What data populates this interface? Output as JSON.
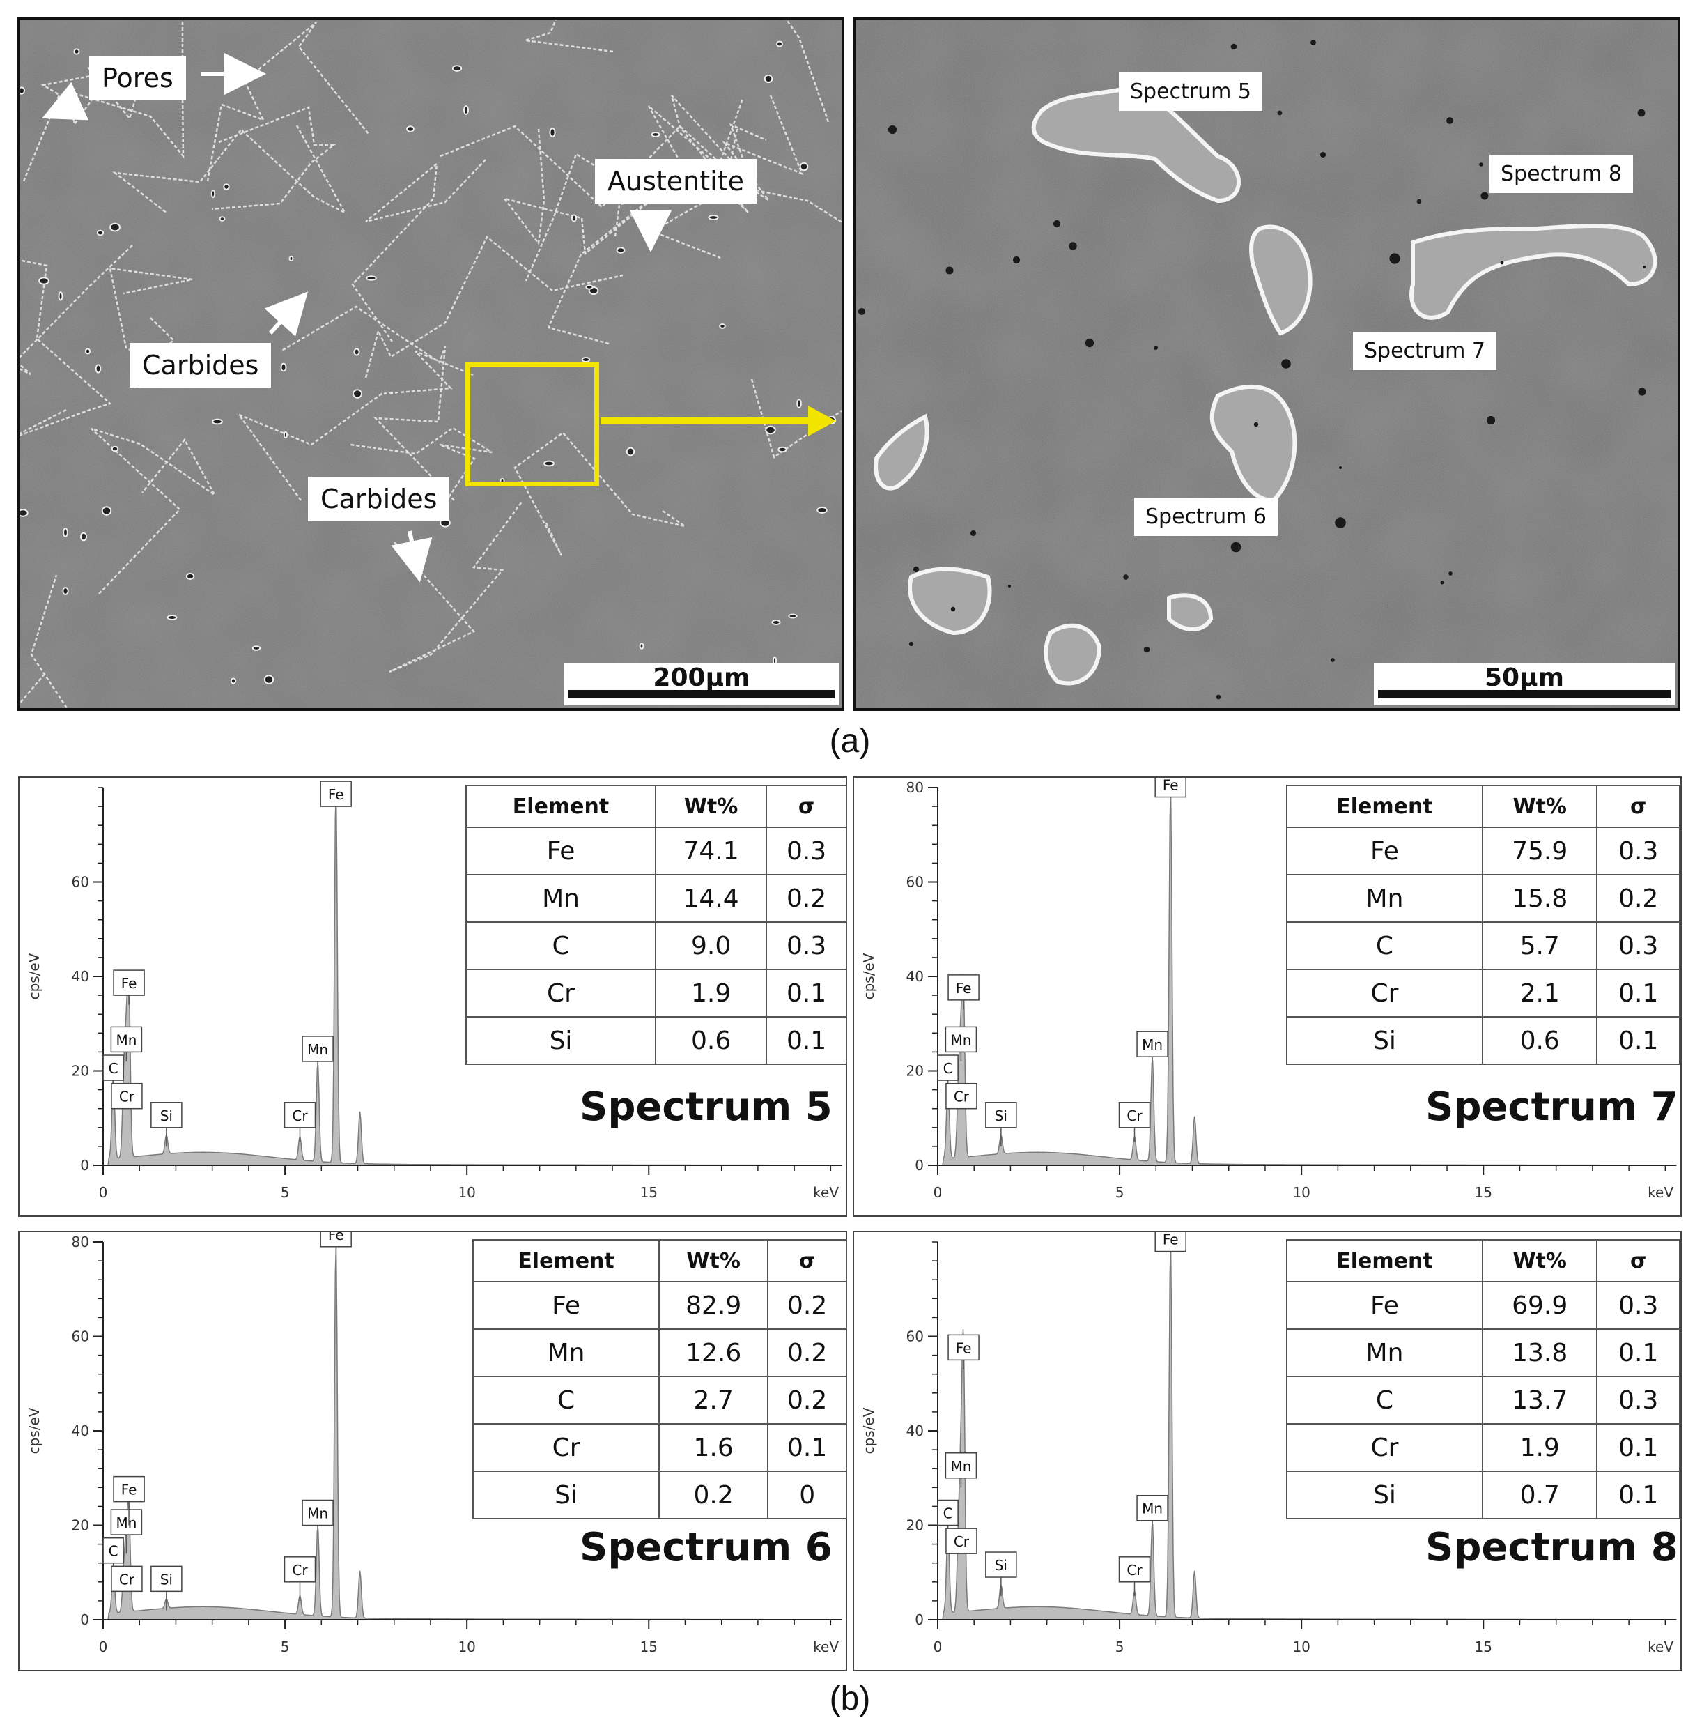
{
  "figure": {
    "caption_a": "(a)",
    "caption_b": "(b)"
  },
  "micrograph_left": {
    "labels": {
      "pores": "Pores",
      "austenite": "Austentite",
      "carbides_1": "Carbides",
      "carbides_2": "Carbides"
    },
    "scale_bar": "200µm",
    "highlight_color": "#f2e600"
  },
  "micrograph_right": {
    "labels": {
      "s5": "Spectrum 5",
      "s6": "Spectrum 6",
      "s7": "Spectrum 7",
      "s8": "Spectrum 8"
    },
    "scale_bar": "50µm"
  },
  "chart_data": [
    {
      "type": "area",
      "name": "Spectrum 5",
      "ylabel": "cps/eV",
      "xlabel": "keV",
      "xlim": [
        0,
        20.3
      ],
      "ylim": [
        0,
        80
      ],
      "xticks": [
        0,
        5,
        10,
        15
      ],
      "yticks": [
        0,
        20,
        40,
        60
      ],
      "peaks": [
        {
          "label": "C",
          "x": 0.28,
          "y": 17,
          "lx": 0.28,
          "ly": 18
        },
        {
          "label": "Cr",
          "x": 0.57,
          "y": 16,
          "lx": 0.65,
          "ly": 12
        },
        {
          "label": "Mn",
          "x": 0.64,
          "y": 22,
          "lx": 0.64,
          "ly": 24
        },
        {
          "label": "Fe",
          "x": 0.71,
          "y": 34,
          "lx": 0.71,
          "ly": 36
        },
        {
          "label": "Si",
          "x": 1.74,
          "y": 4,
          "lx": 1.74,
          "ly": 8
        },
        {
          "label": "Cr",
          "x": 5.41,
          "y": 5,
          "lx": 5.41,
          "ly": 8
        },
        {
          "label": "Mn",
          "x": 5.9,
          "y": 21,
          "lx": 5.9,
          "ly": 22
        },
        {
          "label": "Fe",
          "x": 6.4,
          "y": 80,
          "lx": 6.4,
          "ly": 76
        },
        {
          "label": "",
          "x": 7.06,
          "y": 11
        }
      ],
      "table": {
        "headers": [
          "Element",
          "Wt%",
          "σ"
        ],
        "rows": [
          [
            "Fe",
            "74.1",
            "0.3"
          ],
          [
            "Mn",
            "14.4",
            "0.2"
          ],
          [
            "C",
            "9.0",
            "0.3"
          ],
          [
            "Cr",
            "1.9",
            "0.1"
          ],
          [
            "Si",
            "0.6",
            "0.1"
          ]
        ]
      }
    },
    {
      "type": "area",
      "name": "Spectrum 7",
      "ylabel": "cps/eV",
      "xlabel": "keV",
      "xlim": [
        0,
        20.3
      ],
      "ylim": [
        0,
        80
      ],
      "xticks": [
        0,
        5,
        10,
        15
      ],
      "yticks": [
        0,
        20,
        40,
        60,
        80
      ],
      "peaks": [
        {
          "label": "C",
          "x": 0.28,
          "y": 16,
          "lx": 0.28,
          "ly": 18
        },
        {
          "label": "Cr",
          "x": 0.57,
          "y": 14,
          "lx": 0.65,
          "ly": 12
        },
        {
          "label": "Mn",
          "x": 0.64,
          "y": 22,
          "lx": 0.64,
          "ly": 24
        },
        {
          "label": "Fe",
          "x": 0.71,
          "y": 33,
          "lx": 0.71,
          "ly": 35
        },
        {
          "label": "Si",
          "x": 1.74,
          "y": 4,
          "lx": 1.74,
          "ly": 8
        },
        {
          "label": "Cr",
          "x": 5.41,
          "y": 5,
          "lx": 5.41,
          "ly": 8
        },
        {
          "label": "Mn",
          "x": 5.9,
          "y": 22,
          "lx": 5.9,
          "ly": 23
        },
        {
          "label": "Fe",
          "x": 6.4,
          "y": 80,
          "lx": 6.4,
          "ly": 78
        },
        {
          "label": "",
          "x": 7.06,
          "y": 10
        }
      ],
      "table": {
        "headers": [
          "Element",
          "Wt%",
          "σ"
        ],
        "rows": [
          [
            "Fe",
            "75.9",
            "0.3"
          ],
          [
            "Mn",
            "15.8",
            "0.2"
          ],
          [
            "C",
            "5.7",
            "0.3"
          ],
          [
            "Cr",
            "2.1",
            "0.1"
          ],
          [
            "Si",
            "0.6",
            "0.1"
          ]
        ]
      }
    },
    {
      "type": "area",
      "name": "Spectrum 6",
      "ylabel": "cps/eV",
      "xlabel": "keV",
      "xlim": [
        0,
        20.3
      ],
      "ylim": [
        0,
        80
      ],
      "xticks": [
        0,
        5,
        10,
        15
      ],
      "yticks": [
        0,
        20,
        40,
        60,
        80
      ],
      "peaks": [
        {
          "label": "C",
          "x": 0.28,
          "y": 9,
          "lx": 0.28,
          "ly": 12
        },
        {
          "label": "Cr",
          "x": 0.57,
          "y": 8,
          "lx": 0.65,
          "ly": 6
        },
        {
          "label": "Mn",
          "x": 0.64,
          "y": 14,
          "lx": 0.64,
          "ly": 18
        },
        {
          "label": "Fe",
          "x": 0.71,
          "y": 20,
          "lx": 0.71,
          "ly": 25
        },
        {
          "label": "Si",
          "x": 1.74,
          "y": 2,
          "lx": 1.74,
          "ly": 6
        },
        {
          "label": "Cr",
          "x": 5.41,
          "y": 4,
          "lx": 5.41,
          "ly": 8
        },
        {
          "label": "Mn",
          "x": 5.9,
          "y": 19,
          "lx": 5.9,
          "ly": 20
        },
        {
          "label": "Fe",
          "x": 6.4,
          "y": 80,
          "lx": 6.4,
          "ly": 79
        },
        {
          "label": "",
          "x": 7.06,
          "y": 10
        }
      ],
      "table": {
        "headers": [
          "Element",
          "Wt%",
          "σ"
        ],
        "rows": [
          [
            "Fe",
            "82.9",
            "0.2"
          ],
          [
            "Mn",
            "12.6",
            "0.2"
          ],
          [
            "C",
            "2.7",
            "0.2"
          ],
          [
            "Cr",
            "1.6",
            "0.1"
          ],
          [
            "Si",
            "0.2",
            "0"
          ]
        ]
      }
    },
    {
      "type": "area",
      "name": "Spectrum 8",
      "ylabel": "cps/eV",
      "xlabel": "keV",
      "xlim": [
        0,
        20.3
      ],
      "ylim": [
        0,
        80
      ],
      "xticks": [
        0,
        5,
        10,
        15
      ],
      "yticks": [
        0,
        20,
        40,
        60
      ],
      "peaks": [
        {
          "label": "C",
          "x": 0.28,
          "y": 18,
          "lx": 0.28,
          "ly": 20
        },
        {
          "label": "Cr",
          "x": 0.57,
          "y": 15,
          "lx": 0.65,
          "ly": 14
        },
        {
          "label": "Mn",
          "x": 0.64,
          "y": 28,
          "lx": 0.64,
          "ly": 30
        },
        {
          "label": "Fe",
          "x": 0.71,
          "y": 53,
          "lx": 0.71,
          "ly": 55
        },
        {
          "label": "Si",
          "x": 1.74,
          "y": 5,
          "lx": 1.74,
          "ly": 9
        },
        {
          "label": "Cr",
          "x": 5.41,
          "y": 5,
          "lx": 5.41,
          "ly": 8
        },
        {
          "label": "Mn",
          "x": 5.9,
          "y": 20,
          "lx": 5.9,
          "ly": 21
        },
        {
          "label": "Fe",
          "x": 6.4,
          "y": 80,
          "lx": 6.4,
          "ly": 78
        },
        {
          "label": "",
          "x": 7.06,
          "y": 10
        }
      ],
      "table": {
        "headers": [
          "Element",
          "Wt%",
          "σ"
        ],
        "rows": [
          [
            "Fe",
            "69.9",
            "0.3"
          ],
          [
            "Mn",
            "13.8",
            "0.1"
          ],
          [
            "C",
            "13.7",
            "0.3"
          ],
          [
            "Cr",
            "1.9",
            "0.1"
          ],
          [
            "Si",
            "0.7",
            "0.1"
          ]
        ]
      }
    }
  ]
}
